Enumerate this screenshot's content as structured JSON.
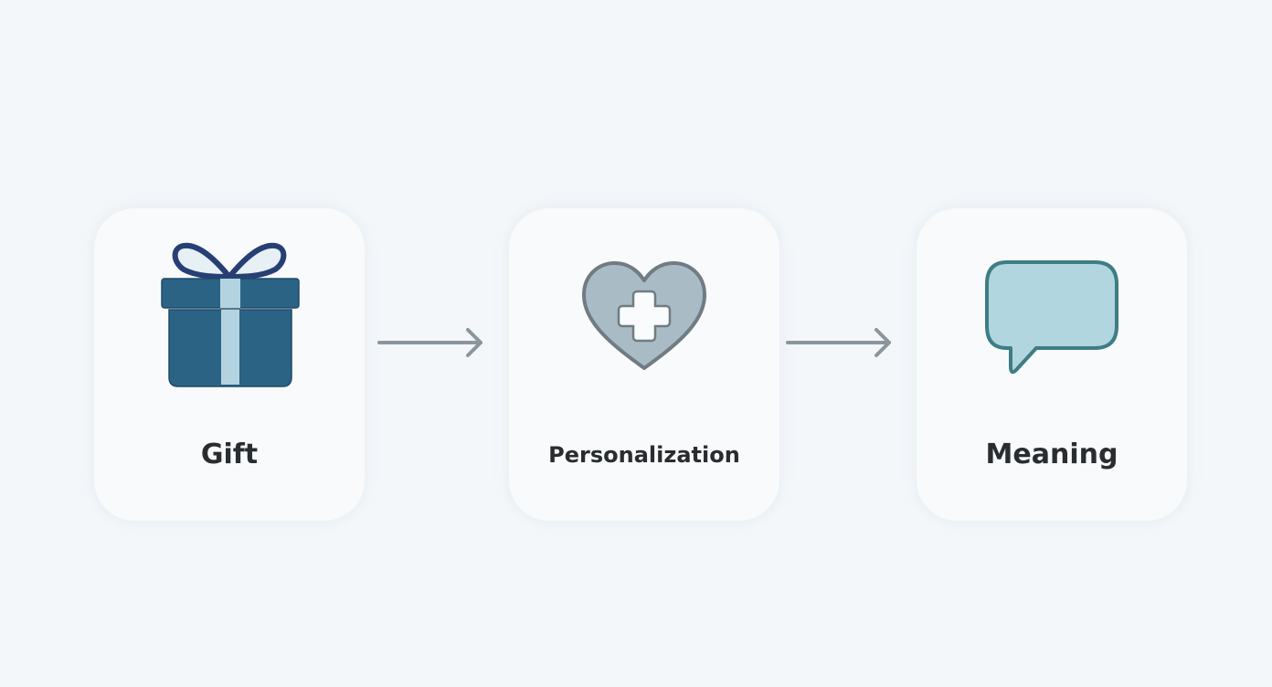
{
  "diagram": {
    "nodes": [
      {
        "id": "gift",
        "label": "Gift",
        "icon": "gift-icon"
      },
      {
        "id": "personalization",
        "label": "Personalization",
        "icon": "heart-plus-icon"
      },
      {
        "id": "meaning",
        "label": "Meaning",
        "icon": "speech-bubble-icon"
      }
    ],
    "edges": [
      {
        "from": "gift",
        "to": "personalization",
        "icon": "arrow-right-icon"
      },
      {
        "from": "personalization",
        "to": "meaning",
        "icon": "arrow-right-icon"
      }
    ],
    "colors": {
      "background": "#f3f7fa",
      "card": "#f8fafc",
      "gift_box": "#2b6385",
      "gift_ribbon": "#b3d3e0",
      "gift_bow": "#283f75",
      "heart_fill": "#a9bcc6",
      "heart_stroke": "#707c82",
      "bubble_fill": "#b1d6df",
      "bubble_stroke": "#3e7d84",
      "arrow": "#8a969c",
      "label": "#2a2d30"
    }
  }
}
